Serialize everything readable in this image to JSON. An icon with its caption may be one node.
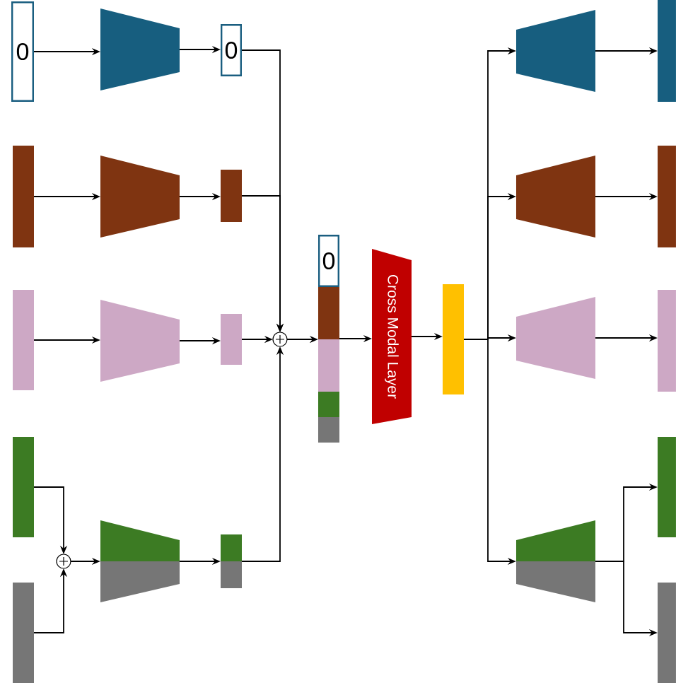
{
  "diagram": {
    "nodes": [
      {
        "text": [
          "0"
        ]
      },
      {
        "text": [],
        "shape": "trapezoid"
      },
      {
        "text": [
          "0"
        ]
      },
      {
        "text": [],
        "shape": "bar"
      },
      {
        "text": [],
        "shape": "trapezoid"
      },
      {
        "text": [],
        "shape": "bar"
      },
      {
        "text": [],
        "shape": "bar"
      },
      {
        "text": [],
        "shape": "trapezoid"
      },
      {
        "text": [],
        "shape": "bar"
      },
      {
        "text": [],
        "shape": "circle"
      },
      {
        "text": [],
        "shape": "bar"
      },
      {
        "text": [],
        "shape": "bar"
      },
      {
        "text": [],
        "shape": "circle"
      },
      {
        "text": [],
        "shape": "trapezoid"
      },
      {
        "text": [],
        "shape": "bar"
      },
      {
        "text": [
          "0"
        ]
      },
      {
        "text": [
          "Cross Modal Layer"
        ]
      },
      {
        "text": [],
        "shape": "bar"
      },
      {
        "text": [],
        "shape": "trapezoid"
      },
      {
        "text": [],
        "shape": "trapezoid"
      },
      {
        "text": [],
        "shape": "trapezoid"
      },
      {
        "text": [],
        "shape": "trapezoid"
      },
      {
        "text": [],
        "shape": "bar"
      },
      {
        "text": [],
        "shape": "bar"
      },
      {
        "text": [],
        "shape": "bar"
      },
      {
        "text": [],
        "shape": "bar"
      },
      {
        "text": [],
        "shape": "bar"
      }
    ],
    "edges": [
      {
        "from": 0,
        "to": 1,
        "arrow": "to"
      },
      {
        "from": 1,
        "to": 2,
        "arrow": "to"
      },
      {
        "from": 3,
        "to": 4,
        "arrow": "to"
      },
      {
        "from": 4,
        "to": 5,
        "arrow": "to"
      },
      {
        "from": 6,
        "to": 7,
        "arrow": "to"
      },
      {
        "from": 7,
        "to": 8,
        "arrow": "to"
      },
      {
        "from": 2,
        "to": 9,
        "arrow": "to"
      },
      {
        "from": 5,
        "to": 9,
        "arrow": "to"
      },
      {
        "from": 8,
        "to": 9,
        "arrow": "to"
      },
      {
        "from": 14,
        "to": 9,
        "arrow": "to"
      },
      {
        "from": 10,
        "to": 12,
        "arrow": "to"
      },
      {
        "from": 11,
        "to": 12,
        "arrow": "to"
      },
      {
        "from": 12,
        "to": 13,
        "arrow": "to"
      },
      {
        "from": 13,
        "to": 14,
        "arrow": "to"
      },
      {
        "from": 9,
        "to": 15,
        "arrow": "to"
      },
      {
        "from": 15,
        "to": 16,
        "arrow": "to"
      },
      {
        "from": 16,
        "to": 17,
        "arrow": "to"
      },
      {
        "from": 17,
        "to": 18,
        "arrow": "to"
      },
      {
        "from": 17,
        "to": 19,
        "arrow": "to"
      },
      {
        "from": 17,
        "to": 20,
        "arrow": "to"
      },
      {
        "from": 17,
        "to": 21,
        "arrow": "to"
      },
      {
        "from": 18,
        "to": 22,
        "arrow": "to"
      },
      {
        "from": 19,
        "to": 23,
        "arrow": "to"
      },
      {
        "from": 20,
        "to": 24,
        "arrow": "to"
      },
      {
        "from": 21,
        "to": 25,
        "arrow": "to"
      },
      {
        "from": 21,
        "to": 26,
        "arrow": "to"
      }
    ]
  }
}
